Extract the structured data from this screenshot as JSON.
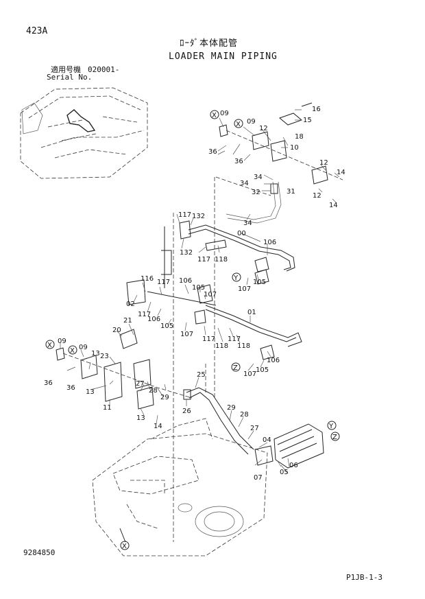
{
  "header": {
    "page_code": "423A",
    "title_jp": "ﾛｰﾀﾞ本体配管",
    "title_en": "LOADER MAIN PIPING",
    "serial_label_jp": "適用号機",
    "serial_label_en": "Serial No.",
    "serial_value": "020001-"
  },
  "footer": {
    "drawing_number": "9284850",
    "page_ref": "P1JB-1-3"
  },
  "callouts": {
    "c09a": "09",
    "c16": "16",
    "c09b": "09",
    "c15": "15",
    "c12a": "12",
    "c18": "18",
    "c10": "10",
    "c36a": "36",
    "c36b": "36",
    "c12b": "12",
    "c14a": "14",
    "c34a": "34",
    "c34b": "34",
    "c32": "32",
    "c31": "31",
    "c12c": "12",
    "c14b": "14",
    "c34c": "34",
    "c117a": "117",
    "c132a": "132",
    "c00": "00",
    "c106a": "106",
    "c132b": "132",
    "c117b": "117",
    "c118a": "118",
    "c105a": "105",
    "c107a": "107",
    "c116": "116",
    "c117c": "117",
    "c106b": "106",
    "c105b": "105",
    "c107b": "107",
    "c02": "02",
    "c01": "01",
    "c117d": "117",
    "c106c": "106",
    "c105c": "105",
    "c21": "21",
    "c20": "20",
    "c107c": "107",
    "c117e": "117",
    "c118b": "118",
    "c117f": "117",
    "c118c": "118",
    "c106d": "106",
    "c105d": "105",
    "c107d": "107",
    "c09c": "09",
    "c09d": "09",
    "c13a": "13",
    "c23": "23",
    "c36c": "36",
    "c36d": "36",
    "c13b": "13",
    "c27a": "27",
    "c28a": "28",
    "c29a": "29",
    "c25": "25",
    "c11": "11",
    "c26": "26",
    "c13c": "13",
    "c14c": "14",
    "c29b": "29",
    "c28b": "28",
    "c27b": "27",
    "c04": "04",
    "c06": "06",
    "c05": "05",
    "c07": "07"
  },
  "markers": {
    "x1": "X",
    "x2": "X",
    "x3": "X",
    "x4": "X",
    "x5": "X",
    "y1": "Y",
    "y2": "Y",
    "z1": "Z",
    "z2": "Z"
  }
}
